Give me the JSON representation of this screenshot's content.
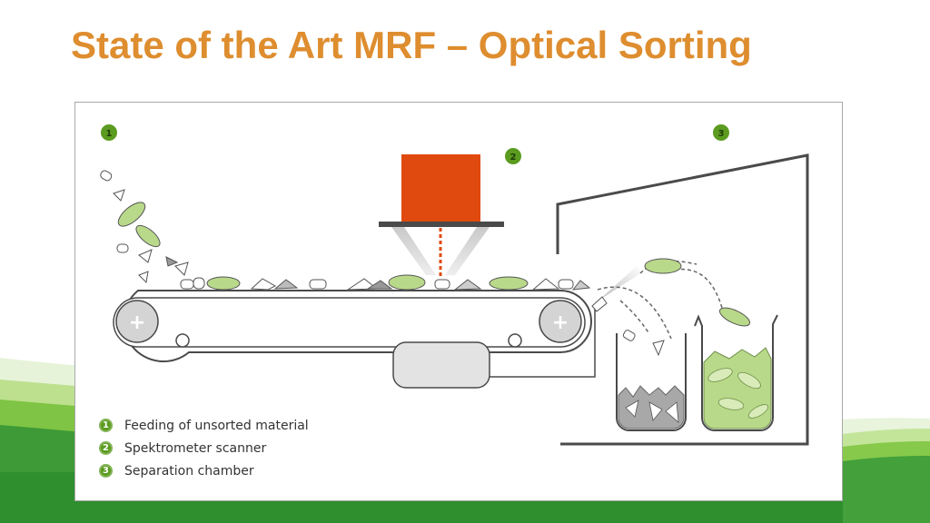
{
  "slide": {
    "title": "State of the Art MRF – Optical Sorting"
  },
  "diagram": {
    "step_markers": [
      "1",
      "2",
      "3"
    ],
    "legend": [
      {
        "number": "1",
        "label": "Feeding of unsorted material"
      },
      {
        "number": "2",
        "label": "Spektrometer scanner"
      },
      {
        "number": "3",
        "label": "Separation chamber"
      }
    ],
    "pulley_symbol": "+"
  },
  "colors": {
    "title": "#de8d2f",
    "marker_fill": "#5b9b1f",
    "scanner": "#e04a0e",
    "plastic_green": "#b9d98a",
    "outline": "#4a4a4a",
    "stripe_green": "#3f9a36",
    "stripe_light": "#a9d86f"
  }
}
